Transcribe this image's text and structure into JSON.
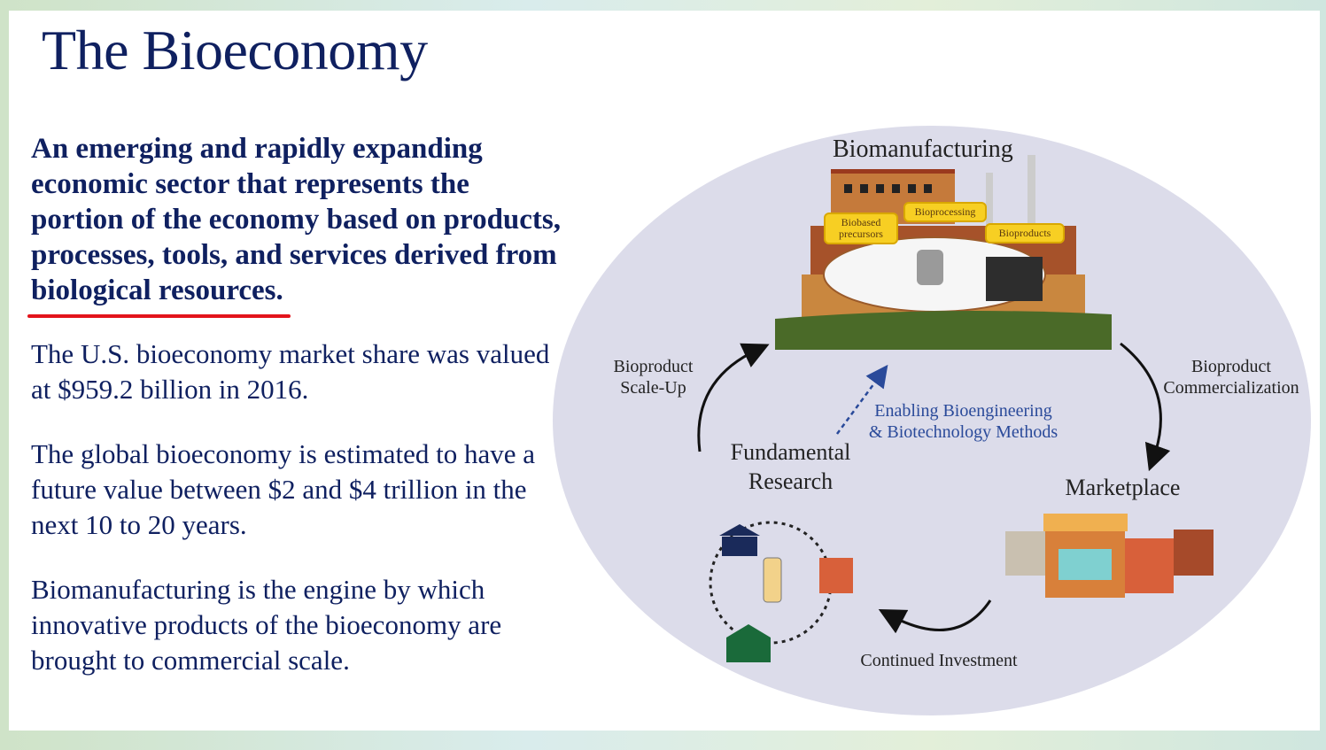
{
  "slide": {
    "title": "The Bioeconomy",
    "lead_text": "An emerging and rapidly expanding economic sector that represents the portion of the economy based on products, processes, tools, and services derived from",
    "lead_highlight": "biological resources.",
    "paragraphs": [
      "The U.S. bioeconomy market share was valued at $959.2 billion in 2016.",
      "The global bioeconomy is estimated to have a future value between $2 and $4 trillion in the next 10 to 20 years.",
      "Biomanufacturing is the engine by which innovative products of the bioeconomy are brought to commercial scale."
    ]
  },
  "diagram": {
    "biomanufacturing": "Biomanufacturing",
    "tags": [
      "Biobased precursors",
      "Bioprocessing",
      "Bioproducts"
    ],
    "scale_up": [
      "Bioproduct",
      "Scale-Up"
    ],
    "commercialization": [
      "Bioproduct",
      "Commercialization"
    ],
    "enabling": [
      "Enabling Bioengineering",
      "& Biotechnology Methods"
    ],
    "fundamental": [
      "Fundamental",
      "Research"
    ],
    "marketplace": "Marketplace",
    "investment": "Continued Investment"
  },
  "colors": {
    "title": "#0f2060",
    "underline": "#e3141b",
    "ellipse": "#dcdcea"
  }
}
